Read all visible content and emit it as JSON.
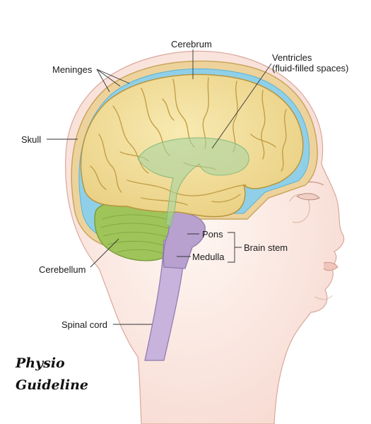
{
  "labels": {
    "cerebrum": "Cerebrum",
    "meninges": "Meninges",
    "ventricles_line1": "Ventricles",
    "ventricles_line2": "(fluid-filled spaces)",
    "skull": "Skull",
    "pons": "Pons",
    "brain_stem": "Brain stem",
    "medulla": "Medulla",
    "cerebellum": "Cerebellum",
    "spinal_cord": "Spinal cord"
  },
  "watermark": {
    "line1": "Physio",
    "line2": "Guideline"
  },
  "colors": {
    "cerebrum": "#f3e09a",
    "cerebrum_fold": "#c9a94e",
    "cerebellum": "#9fc45a",
    "brain_stem": "#b8a0cf",
    "spinal_cord": "#c7b3dc",
    "csf": "#7fc7e3",
    "skull": "#e7c98d",
    "skin": "#fbe9e3",
    "ventricles": "#a9d3a0"
  }
}
